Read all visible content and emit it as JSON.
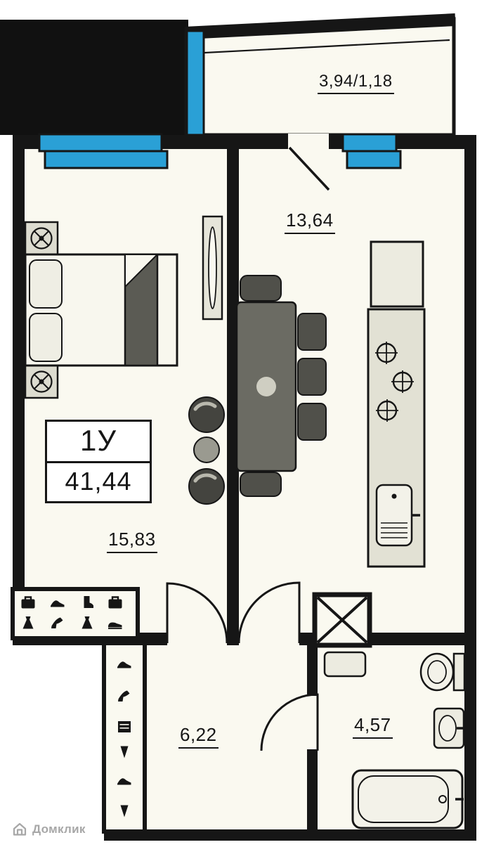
{
  "labels": {
    "balcony": "3,94/1,18",
    "kitchen": "13,64",
    "bedroom": "15,83",
    "hall": "6,22",
    "bath": "4,57"
  },
  "unit": {
    "type": "1У",
    "area": "41,44"
  },
  "brand": {
    "logo": "Домклик"
  },
  "colors": {
    "window_blue": "#2AA0D6",
    "wall_black": "#161616",
    "floor_cream": "#FAF9F0"
  }
}
